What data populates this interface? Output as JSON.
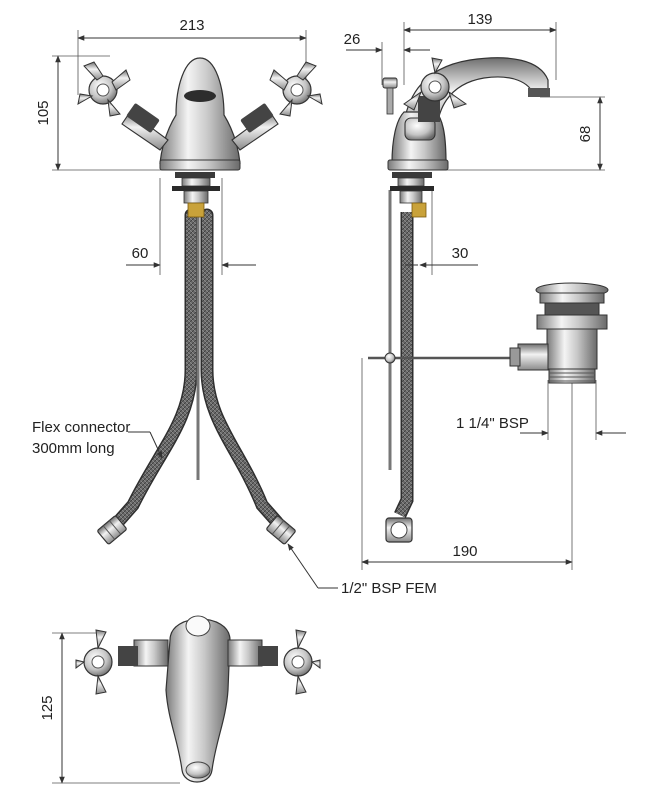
{
  "dimensions": {
    "overall_width": "213",
    "height_front": "105",
    "spout_reach": "139",
    "handle_offset": "26",
    "spout_height": "68",
    "front_pipe_spacing": "60",
    "side_pipe_offset": "30",
    "waste_reach": "190",
    "top_view_depth": "125"
  },
  "annotations": {
    "flex_connector_line1": "Flex connector",
    "flex_connector_line2": "300mm long",
    "waste_thread": "1 1/4\" BSP",
    "connector_thread": "1/2\" BSP FEM"
  },
  "colors": {
    "chrome_light": "#f2f2f2",
    "chrome_mid": "#bdbdbd",
    "chrome_dark": "#6e6e6e",
    "hose": "#555555",
    "brass": "#c9a23a",
    "line": "#333333"
  }
}
